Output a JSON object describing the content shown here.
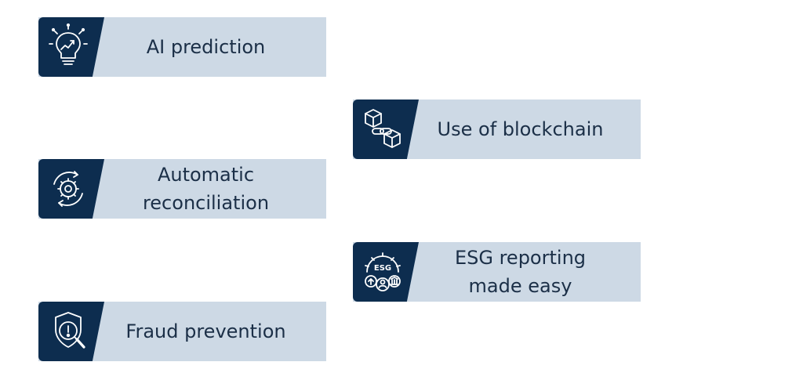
{
  "items": [
    {
      "label": "AI prediction",
      "icon": "lightbulb-chart-icon"
    },
    {
      "label": "Use of blockchain",
      "icon": "blockchain-cubes-icon"
    },
    {
      "label": "Automatic\nreconciliation",
      "icon": "gear-cycle-icon"
    },
    {
      "label": "ESG reporting\nmade easy",
      "icon": "esg-gear-icon"
    },
    {
      "label": "Fraud prevention",
      "icon": "shield-search-icon"
    }
  ],
  "colors": {
    "icon_tile": "#0d2d4f",
    "label_bg": "#cdd9e5",
    "text": "#1b2f47"
  },
  "esg_icon_text": "ESG"
}
